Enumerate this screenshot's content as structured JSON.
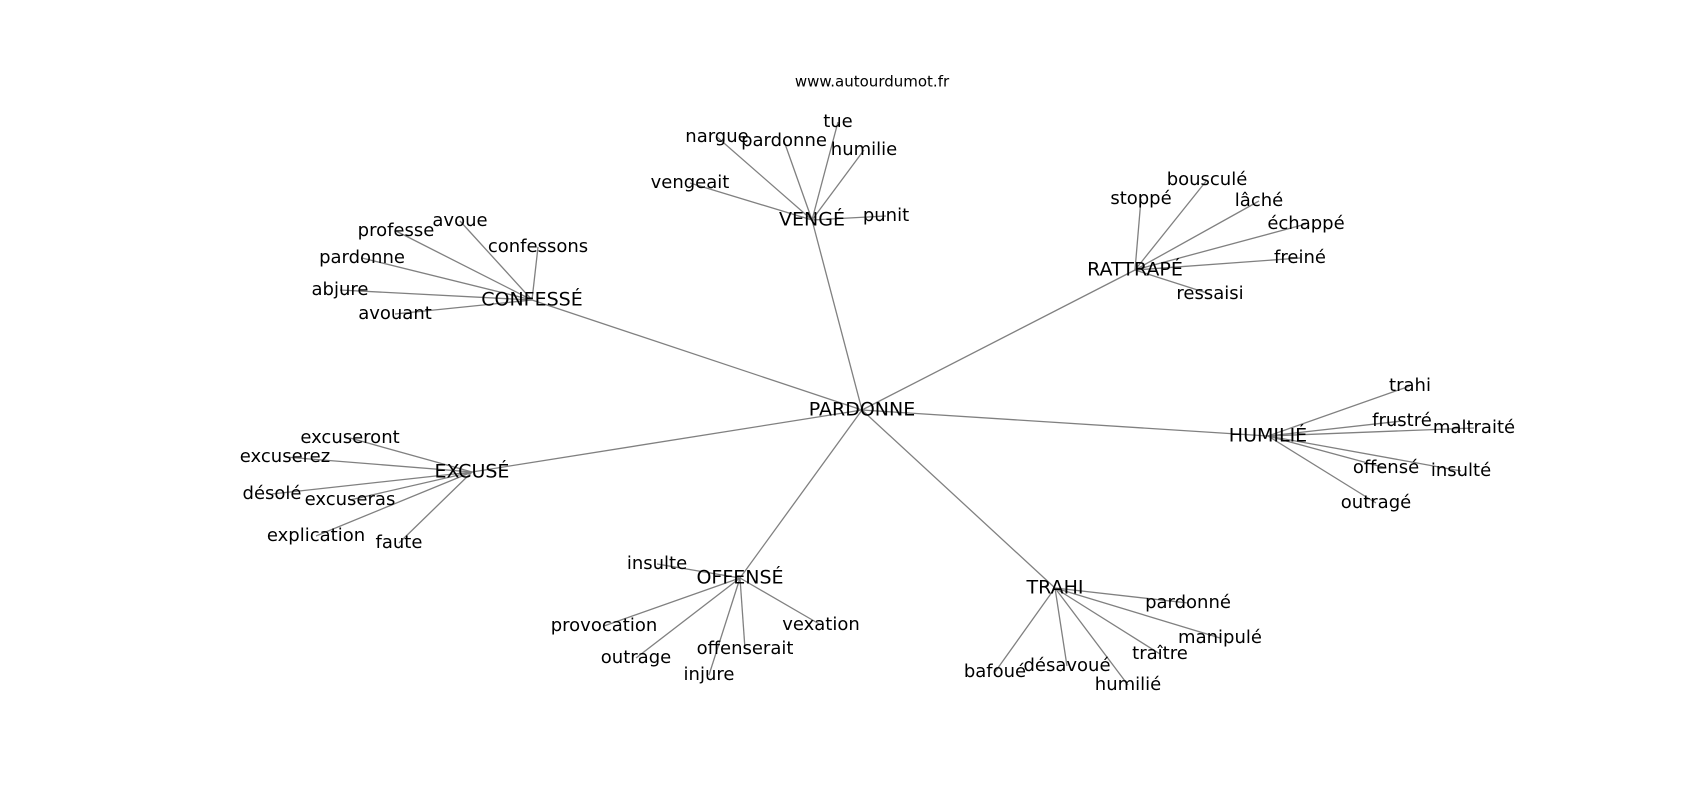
{
  "site": "www.autourdumot.fr",
  "graph": {
    "center": "PARDONNE",
    "clusters": [
      {
        "hub": "VENGÉ",
        "leaves": [
          "nargue",
          "pardonne",
          "tue",
          "humilie",
          "vengeait",
          "punit"
        ]
      },
      {
        "hub": "CONFESSÉ",
        "leaves": [
          "avoue",
          "professe",
          "confessons",
          "pardonne",
          "abjure",
          "avouant"
        ]
      },
      {
        "hub": "RATTRAPÉ",
        "leaves": [
          "bousculé",
          "stoppé",
          "lâché",
          "échappé",
          "freiné",
          "ressaisi"
        ]
      },
      {
        "hub": "HUMILIÉ",
        "leaves": [
          "trahi",
          "frustré",
          "maltraité",
          "offensé",
          "insulté",
          "outragé"
        ]
      },
      {
        "hub": "EXCUSÉ",
        "leaves": [
          "excuseront",
          "excuserez",
          "désolé",
          "excuseras",
          "explication",
          "faute"
        ]
      },
      {
        "hub": "OFFENSÉ",
        "leaves": [
          "insulte",
          "provocation",
          "vexation",
          "outrage",
          "offenserait",
          "injure"
        ]
      },
      {
        "hub": "TRAHI",
        "leaves": [
          "pardonné",
          "manipulé",
          "traître",
          "bafoué",
          "désavoué",
          "humilié"
        ]
      }
    ]
  }
}
